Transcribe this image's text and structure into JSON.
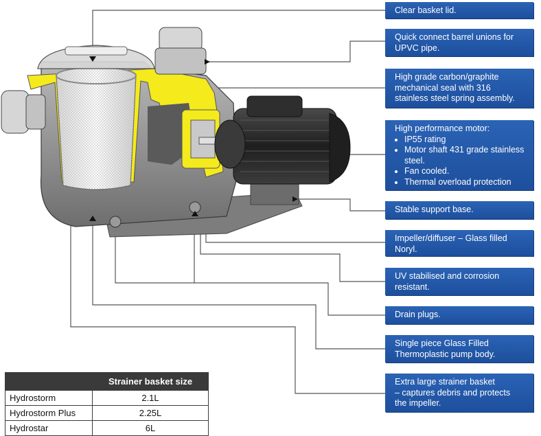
{
  "callouts": [
    {
      "id": "lid",
      "lines": [
        "Clear basket lid."
      ]
    },
    {
      "id": "unions",
      "lines": [
        "Quick connect barrel unions for",
        "UPVC pipe."
      ]
    },
    {
      "id": "seal",
      "lines": [
        "High grade carbon/graphite",
        "mechanical seal with 316",
        "stainless steel spring assembly."
      ]
    },
    {
      "id": "motor",
      "heading": "High performance motor:",
      "bullets": [
        "IP55 rating",
        "Motor shaft 431 grade stainless steel.",
        "Fan cooled.",
        "Thermal overload protection"
      ]
    },
    {
      "id": "base",
      "lines": [
        "Stable support base."
      ]
    },
    {
      "id": "impeller",
      "lines": [
        "Impeller/diffuser – Glass filled",
        "Noryl."
      ]
    },
    {
      "id": "uv",
      "lines": [
        "UV stabilised and corrosion",
        "resistant."
      ]
    },
    {
      "id": "drain",
      "lines": [
        "Drain plugs."
      ]
    },
    {
      "id": "body",
      "lines": [
        "Single piece Glass Filled",
        "Thermoplastic pump body."
      ]
    },
    {
      "id": "basket",
      "lines": [
        "Extra large strainer basket",
        "– captures debris and protects",
        "the impeller."
      ]
    }
  ],
  "table": {
    "headers": [
      "",
      "Strainer basket size"
    ],
    "rows": [
      {
        "model": "Hydrostorm",
        "size": "2.1L"
      },
      {
        "model": "Hydrostorm Plus",
        "size": "2.25L"
      },
      {
        "model": "Hydrostar",
        "size": "6L"
      }
    ]
  },
  "colors": {
    "callout_blue": "#1f52a2",
    "highlight_yellow": "#f4ea1c",
    "pump_grey": "#8c8c8c",
    "motor_dark": "#2a2a2a",
    "table_header": "#3a3a3a"
  }
}
